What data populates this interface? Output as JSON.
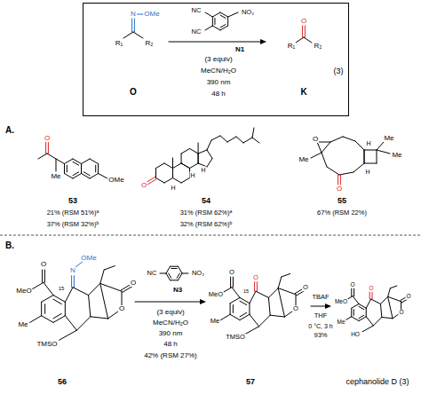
{
  "diagram": {
    "nodes": [
      {
        "text": [
          "N",
          "OMe",
          "R₁",
          "R₂",
          "O",
          "NC",
          "NC",
          "NO₂",
          "N1",
          "(3 equiv)",
          "MeCN/H₂O",
          "390 nm",
          "48 h",
          "O",
          "R₁",
          "R₂",
          "K",
          "(3)"
        ]
      }
    ],
    "labels": [
      "A.",
      "O",
      "Me",
      "OMe",
      "53",
      "21% (RSM 51%)ᵃ",
      "37% (RSM 32%)ᵇ",
      "O",
      "H",
      "H",
      "H",
      "54",
      "31% (RSM 62%)ᵃ",
      "32% (RSM 62%)ᵇ",
      "Me",
      "O",
      "Me",
      "Me",
      "H",
      "H",
      "O",
      "55",
      "67% (RSM 22%)",
      "B.",
      "MeO",
      "O",
      "15",
      "N",
      "OMe",
      "Me",
      "TMSO",
      "O",
      "O",
      "56",
      "NC",
      "NO₂",
      "N3",
      "(3 equiv)",
      "MeCN/H₂O",
      "390 nm",
      "48 h",
      "42% (RSM 27%)",
      "MeO",
      "O",
      "15",
      "O",
      "Me",
      "TMSO",
      "O",
      "O",
      "57",
      "TBAF",
      "THF",
      "0 °C, 3 h",
      "93%",
      "MeO",
      "O",
      "O",
      "Me",
      "HO",
      "O",
      "O",
      "cephanolide D (3)"
    ]
  }
}
